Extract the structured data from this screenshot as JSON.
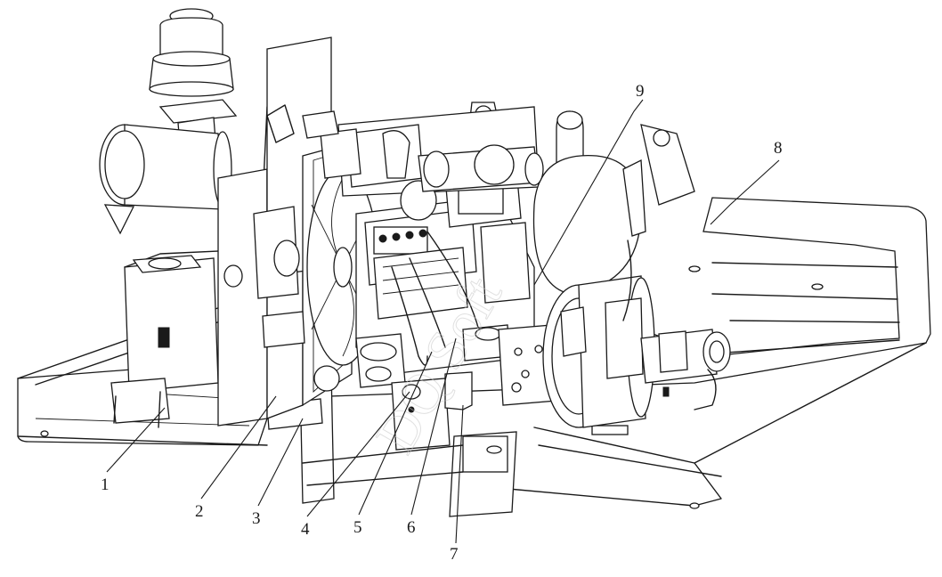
{
  "watermark": "DQ Soft",
  "callouts": [
    {
      "id": "1",
      "label": "1"
    },
    {
      "id": "2",
      "label": "2"
    },
    {
      "id": "3",
      "label": "3"
    },
    {
      "id": "4",
      "label": "4"
    },
    {
      "id": "5",
      "label": "5"
    },
    {
      "id": "6",
      "label": "6"
    },
    {
      "id": "7",
      "label": "7"
    },
    {
      "id": "8",
      "label": "8"
    },
    {
      "id": "9",
      "label": "9"
    }
  ]
}
